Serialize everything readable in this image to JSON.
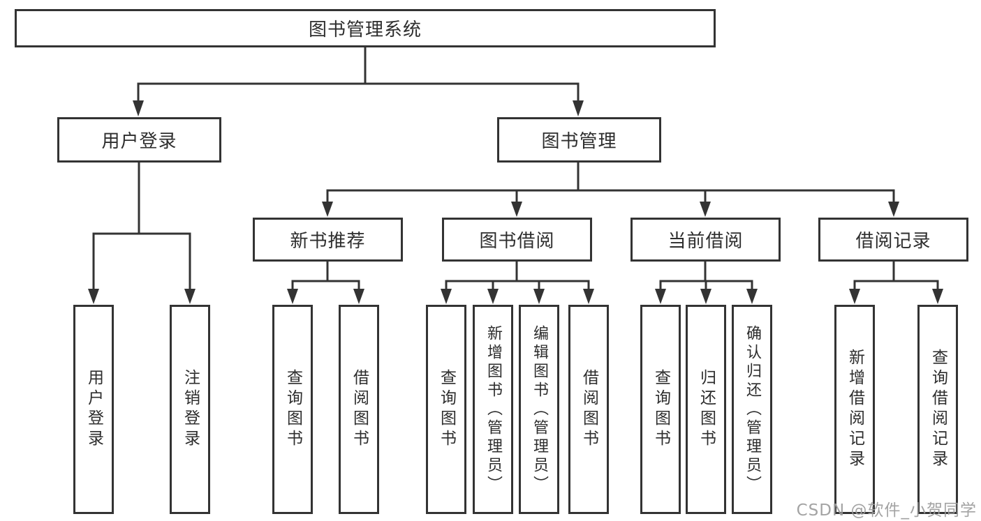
{
  "diagram": {
    "title": "图书管理系统",
    "level2": [
      {
        "label": "用户登录"
      },
      {
        "label": "图书管理"
      }
    ],
    "level3": [
      {
        "label": "新书推荐"
      },
      {
        "label": "图书借阅"
      },
      {
        "label": "当前借阅"
      },
      {
        "label": "借阅记录"
      }
    ],
    "leaves": [
      {
        "label": "用户登录"
      },
      {
        "label": "注销登录"
      },
      {
        "label": "查询图书"
      },
      {
        "label": "借阅图书"
      },
      {
        "label": "查询图书"
      },
      {
        "label": "新增图书（管理员）"
      },
      {
        "label": "编辑图书（管理员）"
      },
      {
        "label": "借阅图书"
      },
      {
        "label": "查询图书"
      },
      {
        "label": "归还图书"
      },
      {
        "label": "确认归还（管理员）"
      },
      {
        "label": "新增借阅记录"
      },
      {
        "label": "查询借阅记录"
      }
    ],
    "watermark": "CSDN @软件_小贺同学",
    "colors": {
      "line": "#333333",
      "text": "#2d2d2d",
      "box_background": "#ffffff",
      "watermark": "#9b9b9b"
    }
  }
}
